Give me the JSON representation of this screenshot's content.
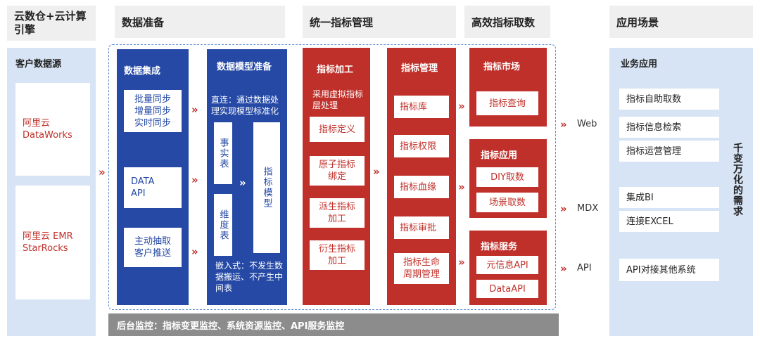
{
  "headers": {
    "cloud": "云数仓+云计算引擎",
    "prep": "数据准备",
    "metric_mgmt": "统一指标管理",
    "fetch": "高效指标取数",
    "scenario": "应用场景"
  },
  "sources": {
    "title": "客户数据源",
    "items": [
      "阿里云DataWorks",
      "阿里云 EMR StarRocks"
    ]
  },
  "integration": {
    "title": "数据集成",
    "box1": "批量同步增量同步实时同步",
    "box2": "DATA API",
    "box3": "主动抽取客户推送"
  },
  "model": {
    "title": "数据模型准备",
    "direct": "直连：通过数据处理实现模型标准化",
    "fact": "事实表",
    "dimension": "维度表",
    "metric_model": "指标模型",
    "embedded": "嵌入式：不发生数据搬运、不产生中间表"
  },
  "processing": {
    "title": "指标加工",
    "desc": "采用虚拟指标层处理",
    "items": [
      "指标定义",
      "原子指标绑定",
      "派生指标加工",
      "衍生指标加工"
    ]
  },
  "management": {
    "title": "指标管理",
    "items": [
      "指标库",
      "指标权限",
      "指标血缘",
      "指标审批",
      "指标生命周期管理"
    ]
  },
  "market": {
    "title": "指标市场",
    "items": [
      "指标查询"
    ]
  },
  "application": {
    "title": "指标应用",
    "items": [
      "DIY取数",
      "场景取数"
    ]
  },
  "service": {
    "title": "指标服务",
    "items": [
      "元信息API",
      "DataAPI"
    ]
  },
  "outputs": [
    "Web",
    "MDX",
    "API"
  ],
  "business": {
    "title": "业务应用",
    "items": [
      "指标自助取数",
      "指标信息检索",
      "指标运营管理",
      "集成BI",
      "连接EXCEL",
      "API对接其他系统"
    ],
    "side_label": "千变万化的需求"
  },
  "monitor": "后台监控：指标变更监控、系统资源监控、API服务监控",
  "arrow_glyph": "»",
  "colors": {
    "blue": "#2549a5",
    "red": "#c0302a",
    "light_blue": "#d7e4f5",
    "gray": "#8c8c8c",
    "header_gray": "#efefef"
  }
}
